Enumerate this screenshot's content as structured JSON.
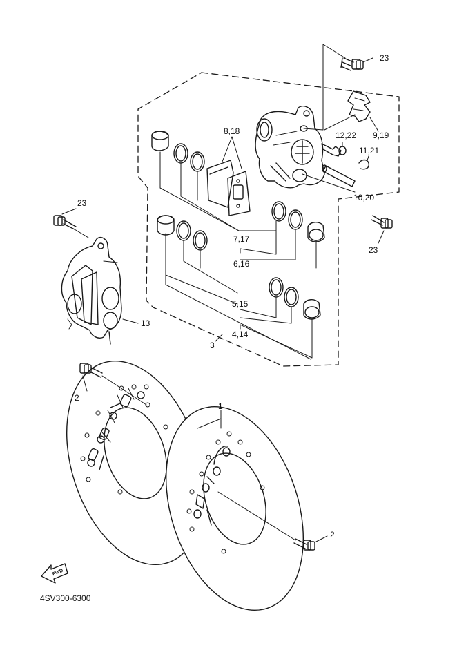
{
  "diagram_code": "4SV300-6300",
  "direction_marker": "FWD",
  "callouts": {
    "bolt_top_right": "23",
    "bolt_left": "23",
    "bolt_right": "23",
    "pads": "8,18",
    "bracket": "9,19",
    "bleed_screw": "12,22",
    "clip": "11,21",
    "pin": "10,20",
    "seal_upper_a": "7,17",
    "seal_upper_b": "6,16",
    "seal_lower_a": "5,15",
    "seal_lower_b": "4,14",
    "caliper_kit": "3",
    "caliper_assembly": "13",
    "disc": "1",
    "disc_bolt_left": "2",
    "disc_bolt_right": "2"
  }
}
